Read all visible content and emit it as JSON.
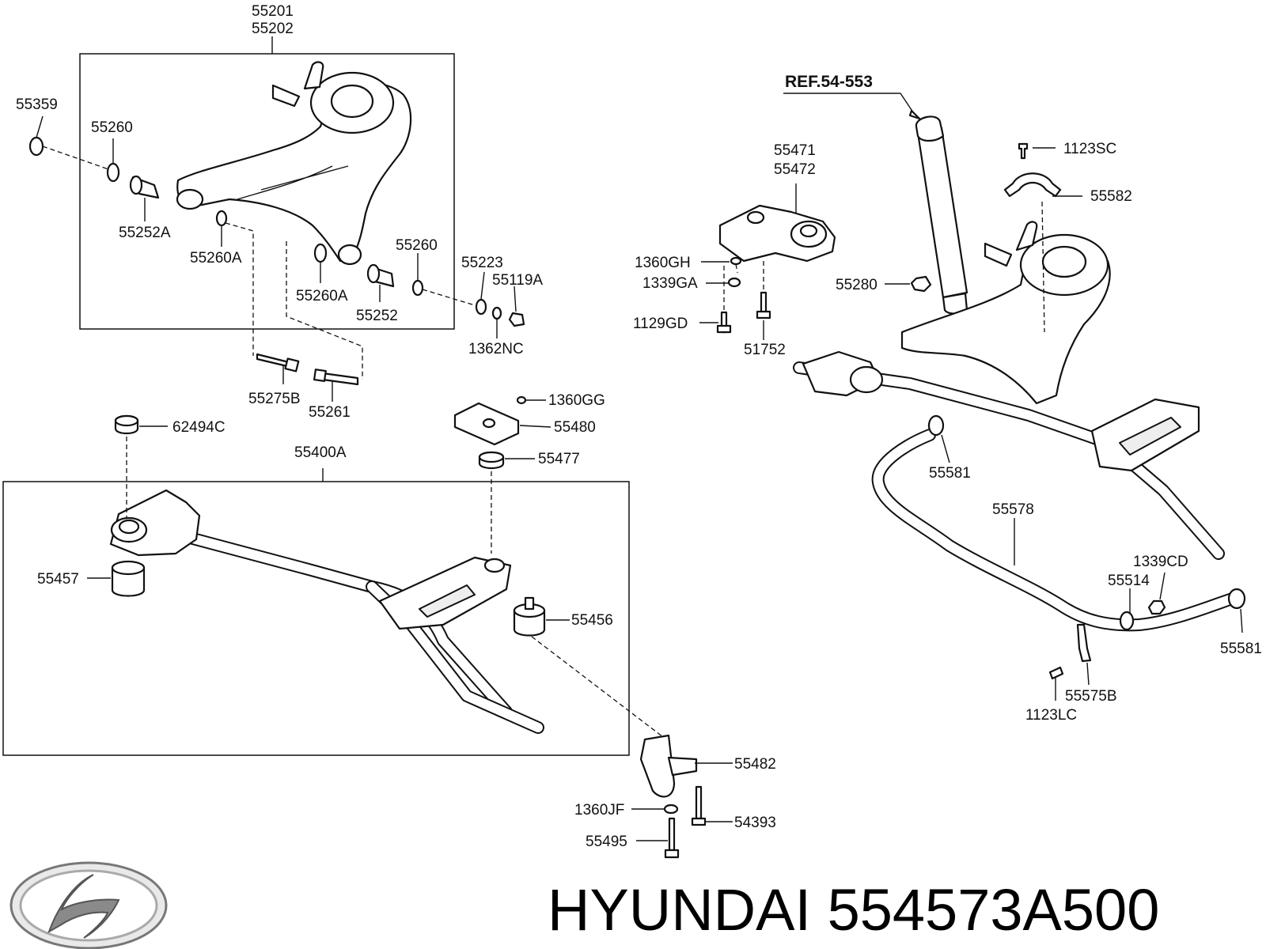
{
  "diagram": {
    "brand_text": "HYUNDAI 554573A500",
    "reference": "REF.54-553",
    "labels": {
      "p55201": "55201",
      "p55202": "55202",
      "p55359": "55359",
      "p55260_top": "55260",
      "p55252A": "55252A",
      "p55260A_left": "55260A",
      "p55260_right": "55260",
      "p55223": "55223",
      "p55119A": "55119A",
      "p55260A_mid": "55260A",
      "p55252": "55252",
      "p1362NC": "1362NC",
      "p55275B": "55275B",
      "p55261": "55261",
      "p62494C": "62494C",
      "p1360GG": "1360GG",
      "p55480": "55480",
      "p55400A": "55400A",
      "p55477": "55477",
      "p55457": "55457",
      "p55456": "55456",
      "p55482": "55482",
      "p1360JF": "1360JF",
      "p54393": "54393",
      "p55495": "55495",
      "p55471": "55471",
      "p55472": "55472",
      "p1360GH": "1360GH",
      "p1339GA": "1339GA",
      "p1129GD": "1129GD",
      "p51752": "51752",
      "p55280": "55280",
      "p1123SC": "1123SC",
      "p55582": "55582",
      "p55581_upper": "55581",
      "p55578": "55578",
      "p1339CD": "1339CD",
      "p55514": "55514",
      "p55581_right": "55581",
      "p55575B": "55575B",
      "p1123LC": "1123LC"
    }
  }
}
